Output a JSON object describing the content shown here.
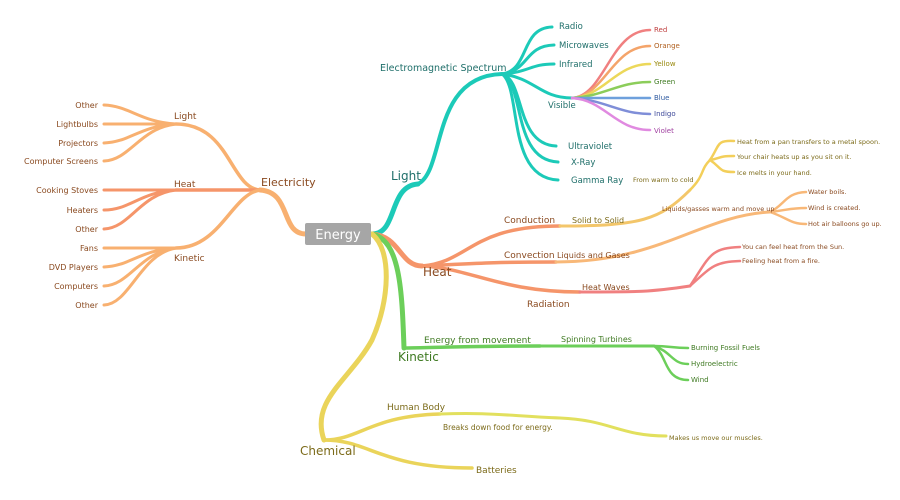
{
  "root": {
    "label": "Energy"
  },
  "colors": {
    "light_branch": "#1ccab8",
    "heat_branch": "#f5956a",
    "kinetic_branch": "#6ccf5a",
    "chemical_branch": "#ead45a",
    "electricity_branch": "#f8b070",
    "root_fill": "#a6a6a6",
    "text_teal": "#1f6f6a",
    "text_brown": "#8a4a20",
    "text_green": "#3f7a22",
    "text_olive": "#7c6b1a"
  },
  "branches": {
    "light": {
      "label": "Light",
      "spectrum": {
        "label": "Electromagnetic Spectrum"
      },
      "items": {
        "radio": "Radio",
        "microwaves": "Microwaves",
        "infrared": "Infrared",
        "visible": "Visible",
        "ultraviolet": "Ultraviolet",
        "xray": "X-Ray",
        "gamma": "Gamma Ray"
      },
      "visible_colors": {
        "red": "Red",
        "orange": "Orange",
        "yellow": "Yellow",
        "green": "Green",
        "blue": "Blue",
        "indigo": "Indigo",
        "violet": "Violet"
      }
    },
    "heat": {
      "label": "Heat",
      "conduction": {
        "label": "Conduction",
        "sub": "Solid to Solid",
        "sub2": "From warm to cold",
        "examples": [
          "Heat from a pan transfers to a metal spoon.",
          "Your chair heats up as you sit on it.",
          "Ice melts in your hand."
        ]
      },
      "convection": {
        "label": "Convection",
        "sub": "Liquids and Gases",
        "sub2": "Liquids/gasses warm and move up",
        "examples": [
          "Water boils.",
          "Wind is created.",
          "Hot air balloons go up."
        ]
      },
      "radiation": {
        "label": "Radiation",
        "sub": "Heat Waves",
        "examples": [
          "You can feel heat from the Sun.",
          "Feeling heat from a fire."
        ]
      }
    },
    "kinetic": {
      "label": "Kinetic",
      "movement": {
        "label": "Energy from movement"
      },
      "turbines": {
        "label": "Spinning Turbines"
      },
      "examples": [
        "Burning Fossil Fuels",
        "Hydroelectric",
        "Wind"
      ]
    },
    "chemical": {
      "label": "Chemical",
      "body": {
        "label": "Human Body"
      },
      "food": {
        "label": "Breaks down food for energy."
      },
      "muscles": {
        "label": "Makes us move our muscles."
      },
      "batteries": {
        "label": "Batteries"
      }
    },
    "electricity": {
      "label": "Electricity",
      "light": {
        "label": "Light",
        "items": [
          "Other",
          "Lightbulbs",
          "Projectors",
          "Computer Screens"
        ]
      },
      "heat": {
        "label": "Heat",
        "items": [
          "Cooking Stoves",
          "Heaters",
          "Other"
        ]
      },
      "kinetic": {
        "label": "Kinetic",
        "items": [
          "Fans",
          "DVD Players",
          "Computers",
          "Other"
        ]
      }
    }
  }
}
